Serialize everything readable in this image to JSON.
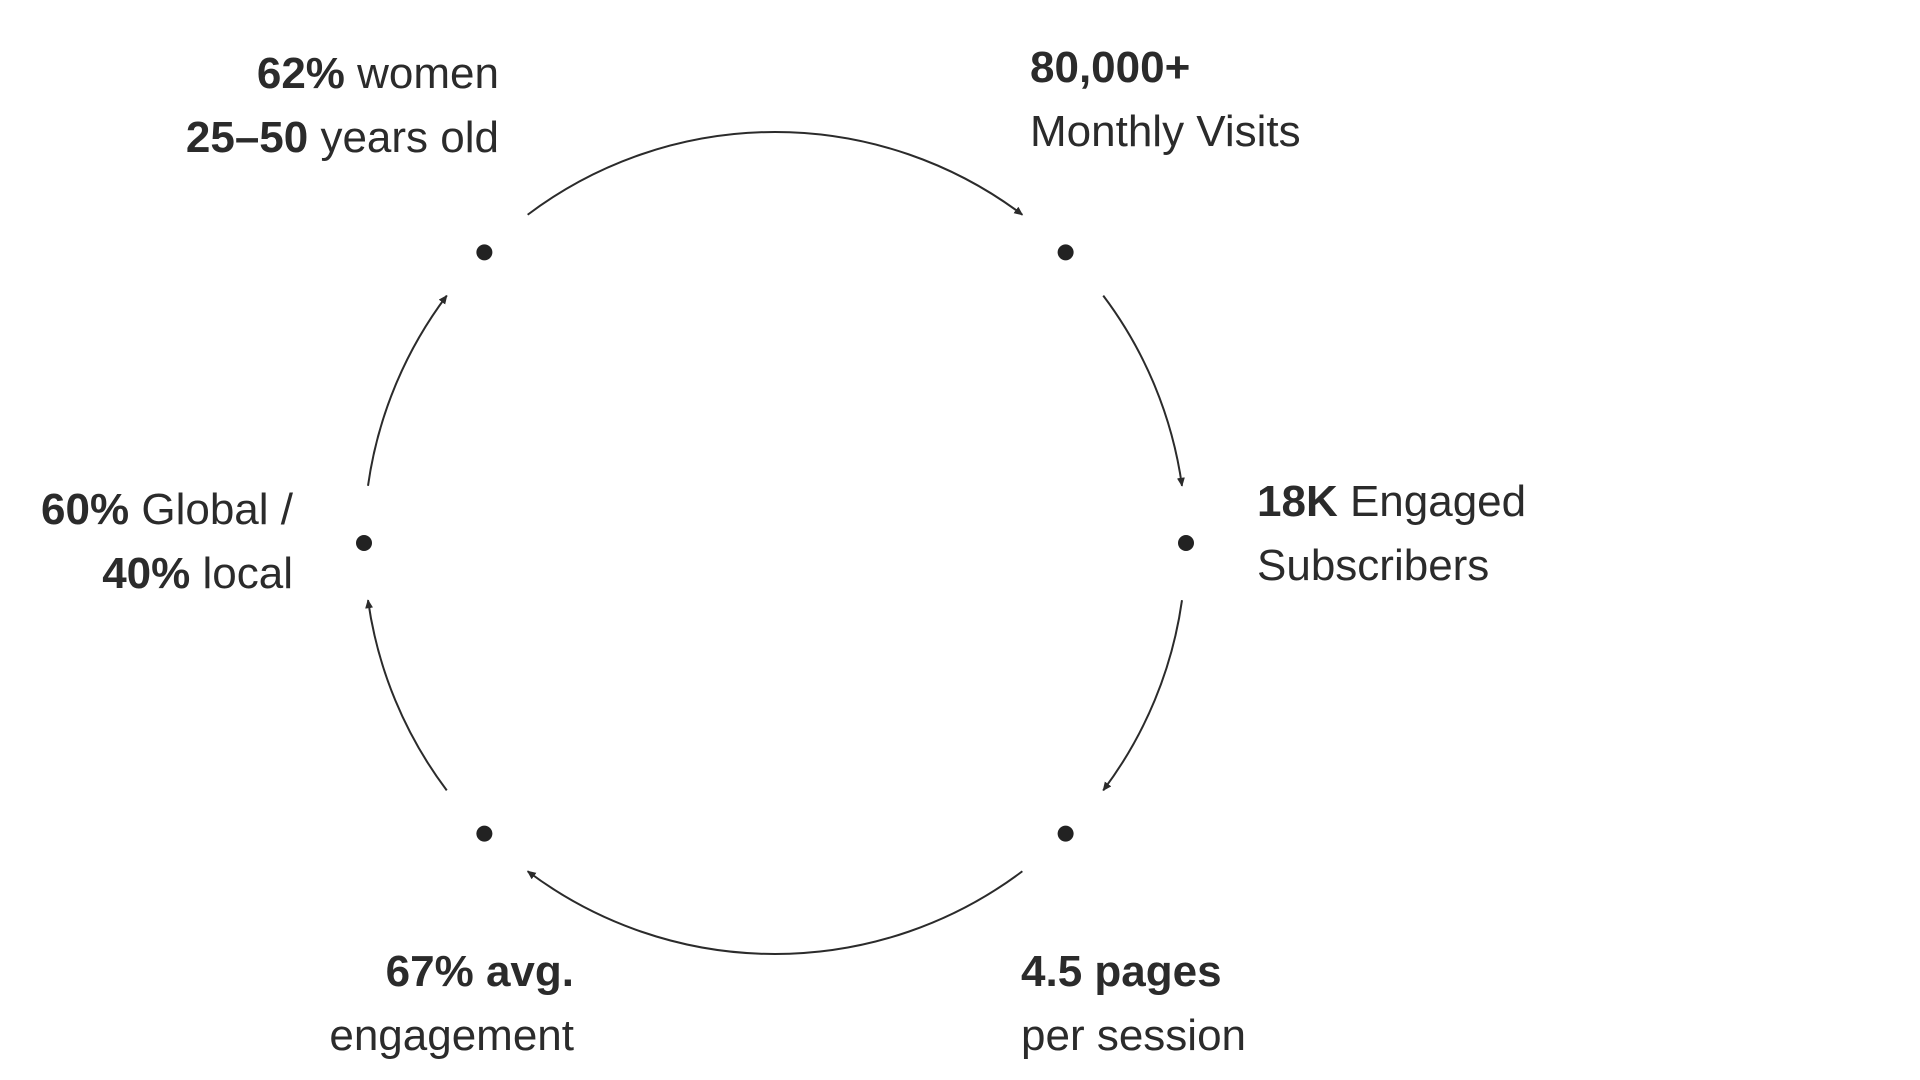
{
  "diagram": {
    "type": "cycle",
    "colors": {
      "text": "#2b2b2b",
      "dot": "#222222",
      "arc": "#2b2b2b",
      "background": "#ffffff"
    },
    "nodes": [
      {
        "id": "audience",
        "lines": [
          {
            "bold": "62%",
            "regular": " women"
          },
          {
            "bold": "25–50",
            "regular": " years old"
          }
        ]
      },
      {
        "id": "visits",
        "lines": [
          {
            "bold": "80,000+",
            "regular": ""
          },
          {
            "bold": "",
            "regular": "Monthly Visits"
          }
        ]
      },
      {
        "id": "subscribers",
        "lines": [
          {
            "bold": "18K",
            "regular": " Engaged"
          },
          {
            "bold": "",
            "regular": "Subscribers"
          }
        ]
      },
      {
        "id": "pages",
        "lines": [
          {
            "bold": "4.5 pages",
            "regular": ""
          },
          {
            "bold": "",
            "regular": "per session"
          }
        ]
      },
      {
        "id": "engagement",
        "lines": [
          {
            "bold": "67% avg.",
            "regular": ""
          },
          {
            "bold": "",
            "regular": "engagement"
          }
        ]
      },
      {
        "id": "reach",
        "lines": [
          {
            "bold": "60%",
            "regular": " Global /"
          },
          {
            "bold": "40%",
            "regular": " local"
          }
        ]
      }
    ],
    "edges": [
      {
        "from": "audience",
        "to": "visits"
      },
      {
        "from": "visits",
        "to": "subscribers"
      },
      {
        "from": "subscribers",
        "to": "pages"
      },
      {
        "from": "pages",
        "to": "engagement"
      },
      {
        "from": "engagement",
        "to": "reach"
      },
      {
        "from": "reach",
        "to": "audience"
      }
    ]
  }
}
